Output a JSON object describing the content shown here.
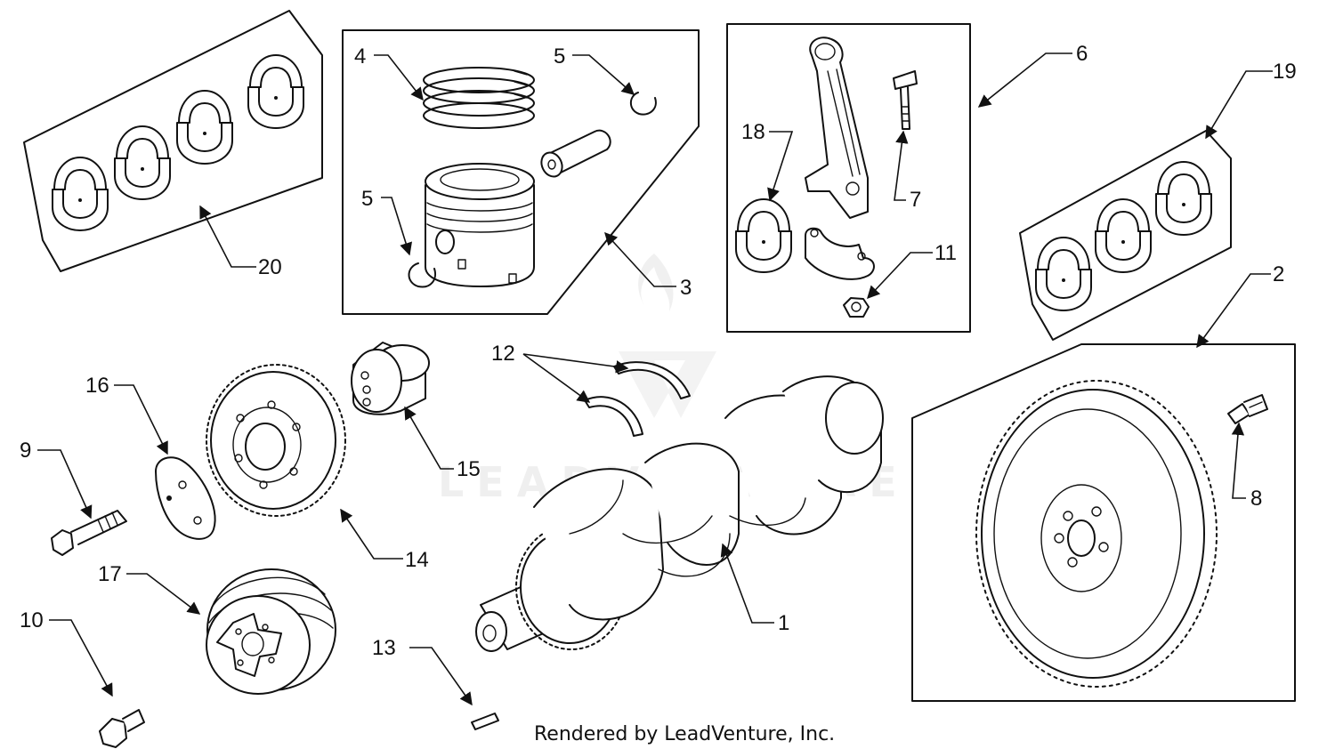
{
  "caption": "Rendered by LeadVenture, Inc.",
  "watermark": "LEADVENTURE",
  "callouts": {
    "c1": "1",
    "c2": "2",
    "c3": "3",
    "c4": "4",
    "c5a": "5",
    "c5b": "5",
    "c6": "6",
    "c7": "7",
    "c8": "8",
    "c9": "9",
    "c10": "10",
    "c11": "11",
    "c12": "12",
    "c13": "13",
    "c14": "14",
    "c15": "15",
    "c16": "16",
    "c17": "17",
    "c18": "18",
    "c19": "19",
    "c20": "20"
  },
  "colors": {
    "line": "#111111",
    "watermark": "#e3e3e3",
    "background": "#ffffff"
  }
}
